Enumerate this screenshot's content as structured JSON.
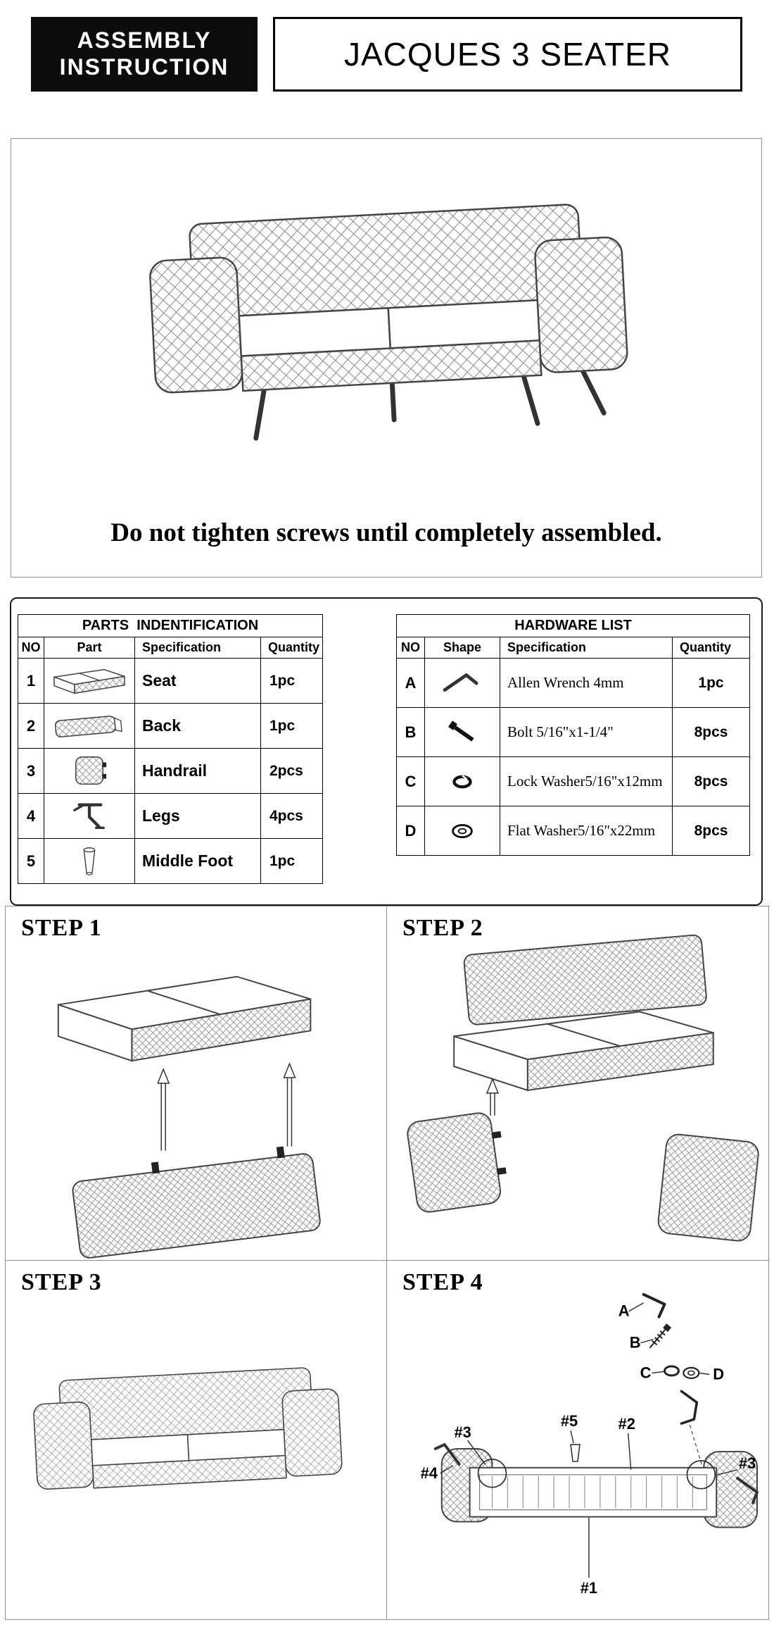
{
  "header": {
    "badge": {
      "line1": "ASSEMBLY",
      "line2": "INSTRUCTION"
    },
    "title": "JACQUES 3 SEATER"
  },
  "hero": {
    "warning": "Do not tighten screws until completely assembled.",
    "illustration": "tufted-3-seater-sofa-line-drawing"
  },
  "parts_table": {
    "title": "PARTS  INDENTIFICATION",
    "headers": {
      "no": "NO",
      "part": "Part",
      "spec": "Specification",
      "qty": "Quantity"
    },
    "rows": [
      {
        "no": "1",
        "icon": "seat-part-icon",
        "spec": "Seat",
        "qty": "1pc"
      },
      {
        "no": "2",
        "icon": "back-part-icon",
        "spec": "Back",
        "qty": "1pc"
      },
      {
        "no": "3",
        "icon": "handrail-part-icon",
        "spec": "Handrail",
        "qty": "2pcs"
      },
      {
        "no": "4",
        "icon": "legs-part-icon",
        "spec": "Legs",
        "qty": "4pcs"
      },
      {
        "no": "5",
        "icon": "middle-foot-part-icon",
        "spec": "Middle Foot",
        "qty": "1pc"
      }
    ]
  },
  "hardware_table": {
    "title": "HARDWARE LIST",
    "headers": {
      "no": "NO",
      "shape": "Shape",
      "spec": "Specification",
      "qty": "Quantity"
    },
    "rows": [
      {
        "no": "A",
        "icon": "allen-wrench-icon",
        "spec": "Allen Wrench 4mm",
        "qty": "1pc"
      },
      {
        "no": "B",
        "icon": "bolt-icon",
        "spec": "Bolt 5/16\"x1-1/4\"",
        "qty": "8pcs"
      },
      {
        "no": "C",
        "icon": "lock-washer-icon",
        "spec": "Lock Washer5/16\"x12mm",
        "qty": "8pcs"
      },
      {
        "no": "D",
        "icon": "flat-washer-icon",
        "spec": "Flat Washer5/16\"x22mm",
        "qty": "8pcs"
      }
    ]
  },
  "steps": {
    "step1": {
      "label": "STEP 1"
    },
    "step2": {
      "label": "STEP 2"
    },
    "step3": {
      "label": "STEP 3"
    },
    "step4": {
      "label": "STEP 4",
      "callouts": {
        "a": "A",
        "b": "B",
        "c": "C",
        "d": "D",
        "p1": "#1",
        "p2": "#2",
        "p3_left": "#3",
        "p3_right": "#3",
        "p4": "#4",
        "p5": "#5"
      }
    }
  }
}
